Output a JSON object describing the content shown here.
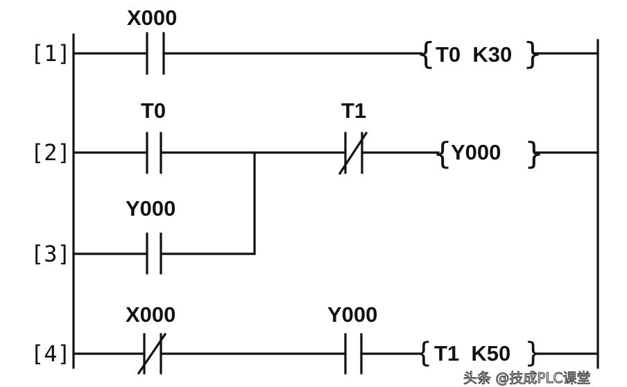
{
  "rungs": [
    {
      "number": "[1]",
      "contacts": [
        {
          "label": "X000",
          "type": "NO"
        }
      ],
      "output": {
        "open": "{",
        "text": "T0  K30",
        "close": "}"
      }
    },
    {
      "number": "[2]",
      "contacts": [
        {
          "label": "T0",
          "type": "NO"
        },
        {
          "label": "T1",
          "type": "NC"
        }
      ],
      "output": {
        "open": "{",
        "text": "Y000 ",
        "close": "}"
      }
    },
    {
      "number": "[3]",
      "contacts": [
        {
          "label": "Y000",
          "type": "NO"
        }
      ]
    },
    {
      "number": "[4]",
      "contacts": [
        {
          "label": "X000",
          "type": "NC"
        },
        {
          "label": "Y000",
          "type": "NO"
        }
      ],
      "output": {
        "open": "{",
        "text": "T1  K50",
        "close": "}"
      }
    }
  ],
  "watermark": "头条 @技成PLC课堂"
}
